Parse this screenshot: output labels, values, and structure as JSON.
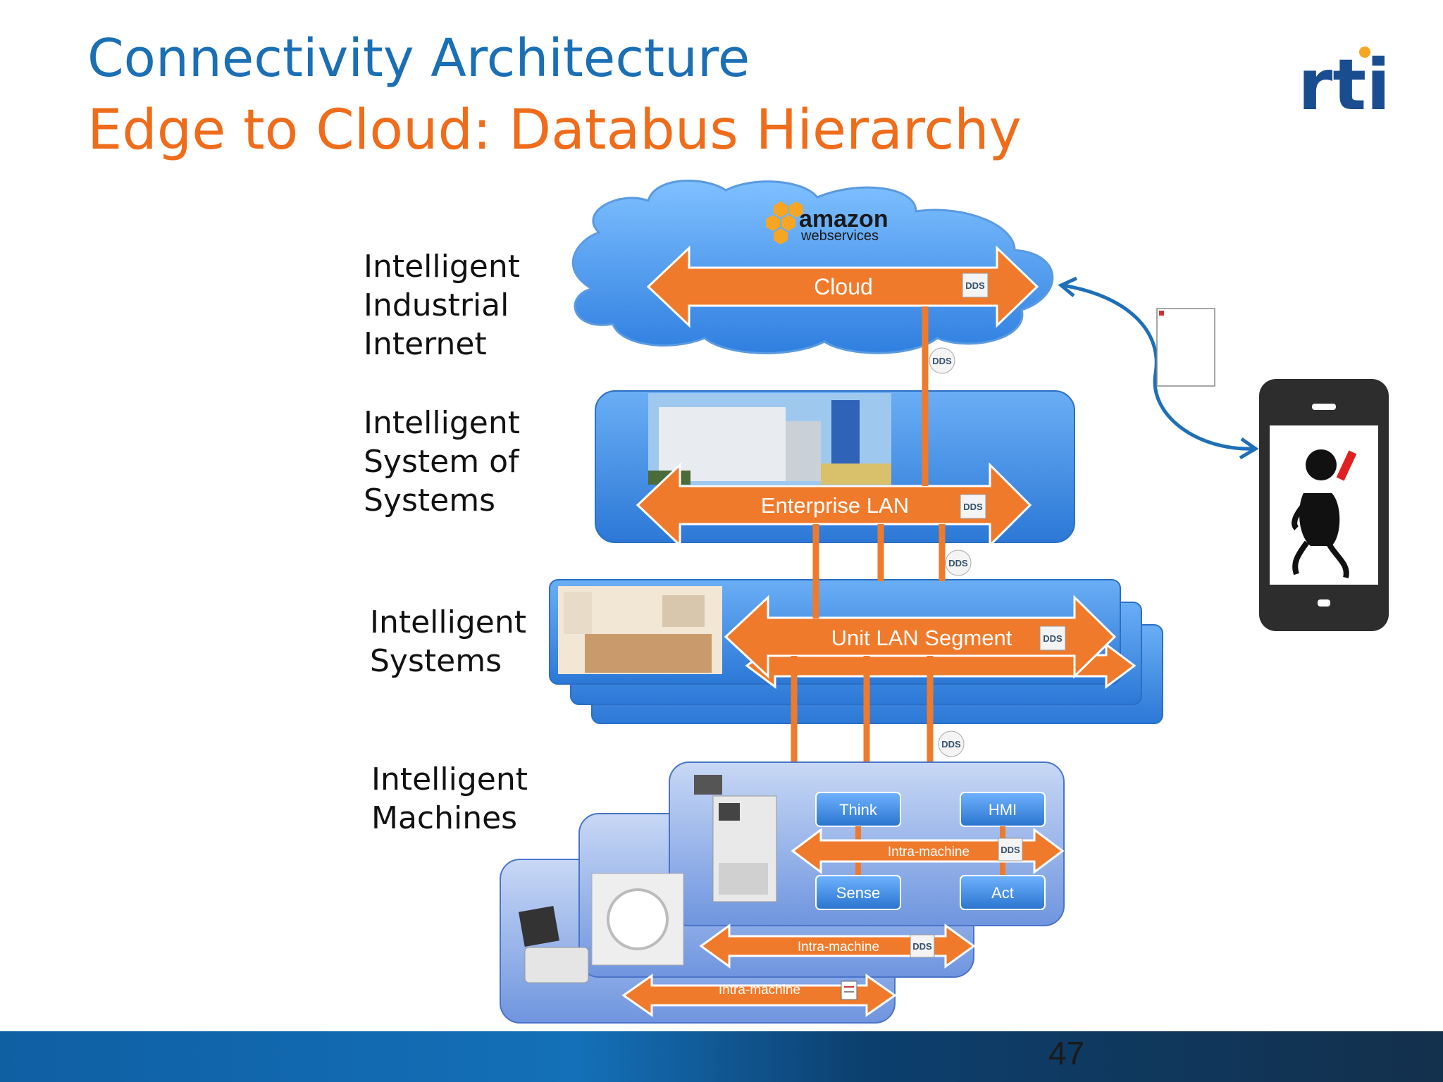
{
  "title": "Connectivity Architecture",
  "subtitle": "Edge to Cloud: Databus Hierarchy",
  "logo_text": "rti",
  "layer_labels": [
    {
      "lines": [
        "Intelligent",
        "Industrial",
        "Internet"
      ]
    },
    {
      "lines": [
        "Intelligent",
        "System of",
        "Systems"
      ]
    },
    {
      "lines": [
        "Intelligent",
        "Systems"
      ]
    },
    {
      "lines": [
        "Intelligent",
        "Machines"
      ]
    }
  ],
  "cloud": {
    "brand": "amazon",
    "brand_sub": "webservices",
    "bus_label": "Cloud"
  },
  "enterprise": {
    "bus_label": "Enterprise LAN"
  },
  "unit": {
    "bus_label": "Unit LAN Segment"
  },
  "machine": {
    "bus_label": "Intra-machine",
    "blocks": [
      "Think",
      "HMI",
      "Sense",
      "Act"
    ],
    "rear_bus_label_1": "Intra-machine",
    "rear_bus_label_2": "Intra-machine"
  },
  "dds_badge": "DDS",
  "page_number": "47",
  "colors": {
    "title": "#1a6fb5",
    "subtitle": "#ef6c1b",
    "bus": "#f07a2b",
    "panel": "#3f8fe0",
    "footer": "#0f5fa3"
  }
}
